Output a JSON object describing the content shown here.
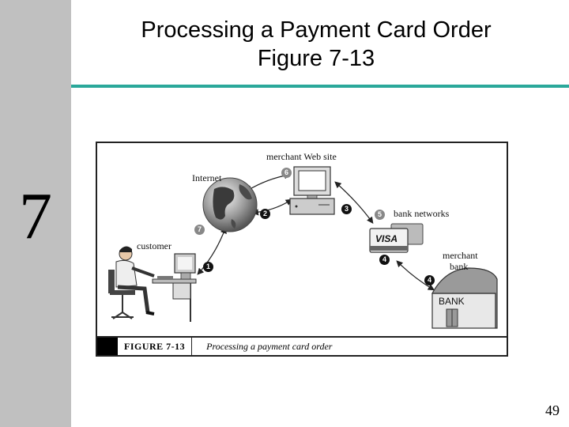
{
  "slide": {
    "title_line1": "Processing a Payment Card Order",
    "title_line2": "Figure 7-13",
    "chapter_number": "7",
    "page_number": "49"
  },
  "figure": {
    "labels": {
      "merchant_web_site": "merchant Web site",
      "internet": "Internet",
      "customer": "customer",
      "bank_networks": "bank networks",
      "merchant_bank_line1": "merchant",
      "merchant_bank_line2": "bank",
      "card_brand": "VISA",
      "bank_sign": "BANK"
    },
    "steps": {
      "s1": "1",
      "s2": "2",
      "s3": "3",
      "s4a": "4",
      "s4b": "4",
      "s5": "5",
      "s6": "6",
      "s7": "7"
    },
    "caption": {
      "figure_label": "FIGURE 7-13",
      "text": "Processing a payment card order"
    }
  },
  "colors": {
    "sidebar": "#c0c0c0",
    "title_rule": "#2aa89a"
  }
}
